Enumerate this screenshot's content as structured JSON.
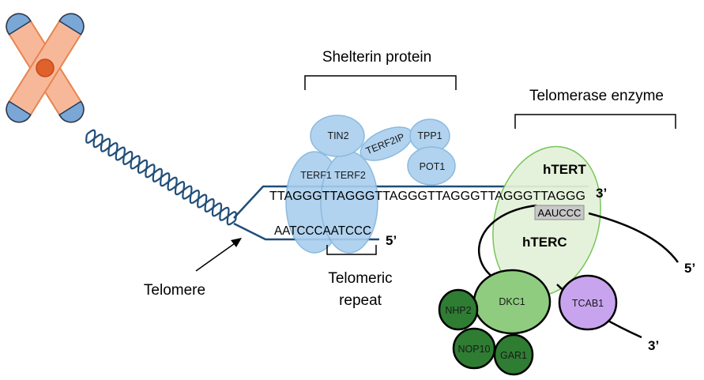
{
  "labels": {
    "shelterin": "Shelterin protein",
    "telomerase": "Telomerase enzyme",
    "telomere": "Telomere",
    "telomeric_repeat_line1": "Telomeric",
    "telomeric_repeat_line2": "repeat"
  },
  "sequences": {
    "top_strand": "TTAGGGTTAGGGTTAGGGTTAGGGTTAGGGTTAGGG",
    "bottom_strand": "AATCCCAATCCC",
    "template": "AAUCCC",
    "top_end": "3’",
    "bottom_end": "5’"
  },
  "shelterin_proteins": {
    "tin2": "TIN2",
    "terf1": "TERF1",
    "terf2": "TERF2",
    "terf2ip": "TERF2IP",
    "tpp1": "TPP1",
    "pot1": "POT1"
  },
  "telomerase_parts": {
    "htert": "hTERT",
    "hterc": "hTERC",
    "hterc_5": "5’",
    "hterc_3": "3’",
    "dkc1": "DKC1",
    "nhp2": "NHP2",
    "nop10": "NOP10",
    "gar1": "GAR1",
    "tcab1": "TCAB1"
  },
  "colors": {
    "chromosome_fill": "#f7b89a",
    "chromosome_stroke": "#e8844f",
    "centromere": "#e0622a",
    "telomere_cap": "#7ba7d6",
    "dna_strand": "#1f4e79",
    "shelterin_fill": "#a9cfee",
    "shelterin_stroke": "#7fb3dc",
    "htert_fill": "#e3f1d9",
    "htert_stroke": "#6cc24a",
    "dkc1_fill": "#8fcc7f",
    "dark_green": "#2e7d32",
    "tcab1_fill": "#c9a4ee"
  }
}
